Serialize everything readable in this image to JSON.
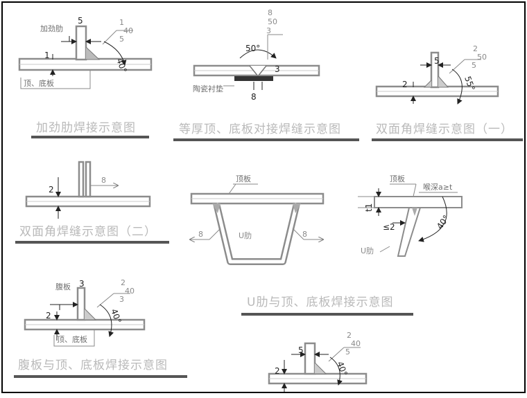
{
  "colors": {
    "frame": "#000000",
    "line": "#8c8c8c",
    "dark": "#222222",
    "caption": "#b9b9b9",
    "underline": "#555555"
  },
  "diagrams": {
    "stiffener": {
      "member_label": "加劲肋",
      "plate_label": "顶、底板",
      "thickness": "5",
      "gap": "1",
      "leg": "1",
      "depth": "40",
      "weld_size": "5",
      "angle": "40°",
      "caption": "加劲肋焊接示意图"
    },
    "butt": {
      "size_a": "8",
      "size_b": "50",
      "size_c": "3",
      "angle": "50°",
      "gap": "8",
      "backing_label": "陶瓷衬垫",
      "dim_right": "3",
      "caption": "等厚顶、底板对接焊缝示意图"
    },
    "double_one": {
      "top_1": "2",
      "top_2": "50",
      "top_3": "5",
      "gap": "2",
      "rib_size": "5",
      "angle": "55°",
      "caption": "双面角焊缝示意图（一）"
    },
    "double_two": {
      "gap": "2",
      "weld": "8",
      "caption": "双面角焊缝示意图（二）"
    },
    "u_rib": {
      "plate_label": "顶板",
      "rib_label": "U肋",
      "weld_left": "8",
      "weld_right": "8",
      "caption": "U肋与顶、底板焊接示意图"
    },
    "u_detail": {
      "plate_label": "顶板",
      "throat_label": "喉深a≥t",
      "t1": "t1",
      "root_gap": "≤2",
      "angle": "40°",
      "rib_label": "U肋"
    },
    "web": {
      "member_label": "腹板",
      "plate_label": "顶、底板",
      "top_1": "2",
      "top_2": "40",
      "top_3": "3",
      "thickness": "3",
      "gap": "2",
      "angle": "40°",
      "caption": "腹板与顶、底板焊接示意图"
    },
    "bottom": {
      "top_1": "2",
      "top_2": "40",
      "top_3": "5",
      "thickness": "5",
      "gap": "2",
      "angle": "40°"
    }
  }
}
